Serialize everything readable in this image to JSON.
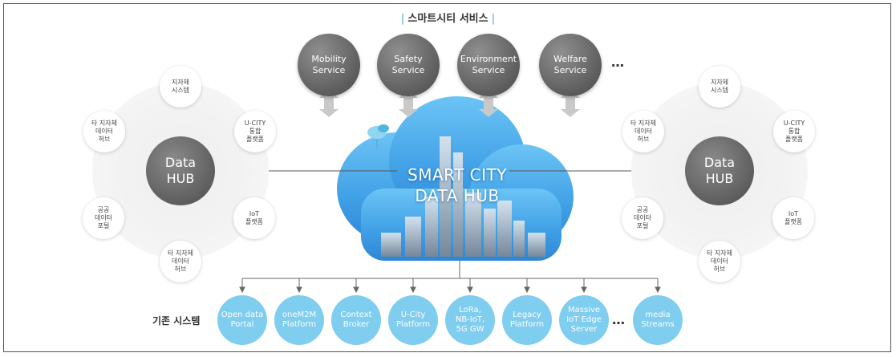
{
  "title": "스마트시티 서비스",
  "services": [
    {
      "label": "Mobility\nService"
    },
    {
      "label": "Safety\nService"
    },
    {
      "label": "Environment\nService"
    },
    {
      "label": "Welfare\nService"
    }
  ],
  "ellipsis": "…",
  "cloud_title": "SMART CITY\nDATA HUB",
  "left_hub": {
    "core": "Data\nHUB",
    "nodes": [
      "지자체\n시스템",
      "U-CITY\n통합\n플랫폼",
      "IoT\n플랫폼",
      "타 지자체\n데이터\n허브",
      "공공\n데이터\n포털",
      "타 지자체\n데이터\n허브"
    ]
  },
  "right_hub": {
    "core": "Data\nHUB",
    "nodes": [
      "지자체\n시스템",
      "U-CITY\n통합\n플랫폼",
      "IoT\n플랫폼",
      "타 지자체\n데이터\n허브",
      "공공\n데이터\n포털",
      "타 지자체\n데이터\n허브"
    ]
  },
  "legacy_label": "기존 시스템",
  "systems": [
    "Open data\nPortal",
    "oneM2M\nPlatform",
    "Context\nBroker",
    "U-City\nPlatform",
    "LoRa,\nNB-IoT,\n5G GW",
    "Legacy\nPlatform",
    "Massive\nIoT Edge\nServer",
    "media\nStreams"
  ],
  "colors": {
    "service_gray": "#5d5d5d",
    "system_blue": "#7fcdef",
    "cloud_blue": "#3f9fe6"
  }
}
